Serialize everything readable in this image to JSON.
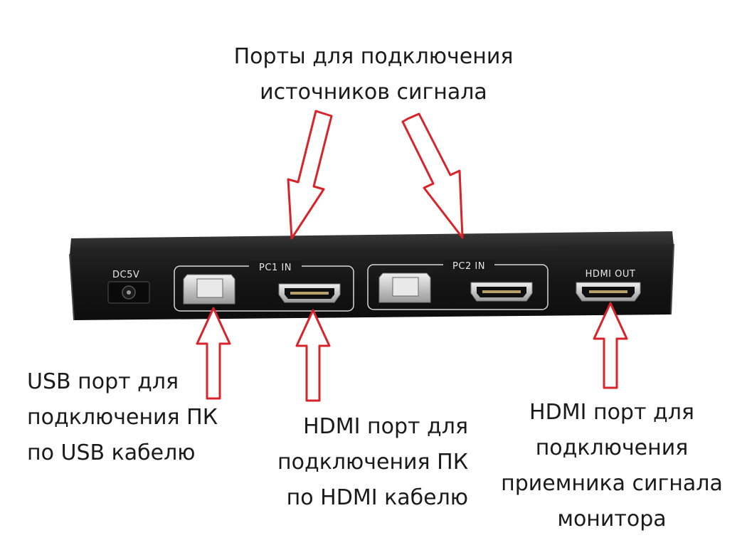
{
  "captions": {
    "top": [
      "Порты для подключения",
      "источников сигнала"
    ],
    "usb_port": [
      "USB порт для",
      "подключения ПК",
      "по USB кабелю"
    ],
    "hdmi_in_port": [
      "HDMI порт для",
      "подключения ПК",
      "по HDMI кабелю"
    ],
    "hdmi_out_port": [
      "HDMI порт для",
      "подключения",
      "приемника сигнала",
      "монитора"
    ]
  },
  "device_labels": {
    "power": "DC5V",
    "group1": "PC1 IN",
    "group2": "PC2 IN",
    "output": "HDMI OUT"
  },
  "colors": {
    "arrow_stroke": "#d9232a",
    "device_body": "#1b1b1b",
    "port_metal": "#d8d8d8",
    "label_text": "#e6e6e6"
  }
}
